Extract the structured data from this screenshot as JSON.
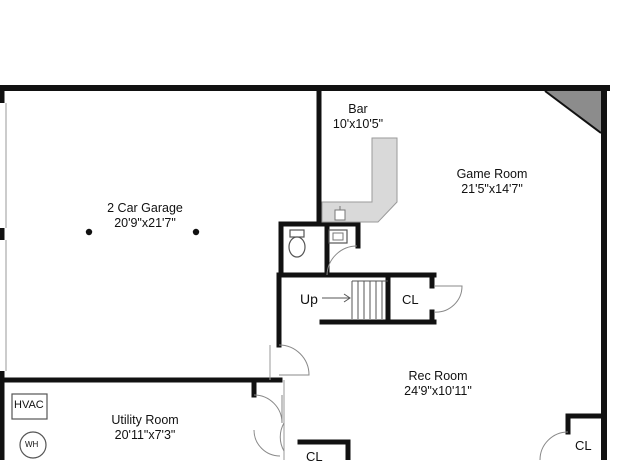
{
  "rooms": {
    "bar": {
      "name": "Bar",
      "dims": "10'x10'5\""
    },
    "game_room": {
      "name": "Game Room",
      "dims": "21'5\"x14'7\""
    },
    "garage": {
      "name": "2 Car Garage",
      "dims": "20'9\"x21'7\""
    },
    "rec_room": {
      "name": "Rec Room",
      "dims": "24'9\"x10'11\""
    },
    "utility_room": {
      "name": "Utility Room",
      "dims": "20'11\"x7'3\""
    }
  },
  "fixtures": {
    "stairs_label": "Up",
    "closet_stairs": "CL",
    "closet_right": "CL",
    "closet_bottom": "CL",
    "hvac": "HVAC",
    "water_heater": "WH"
  },
  "colors": {
    "wall": "#111111",
    "bar_counter": "#d9d9d9",
    "corner_fill": "#8c8c8c",
    "thin_line": "#888888"
  }
}
